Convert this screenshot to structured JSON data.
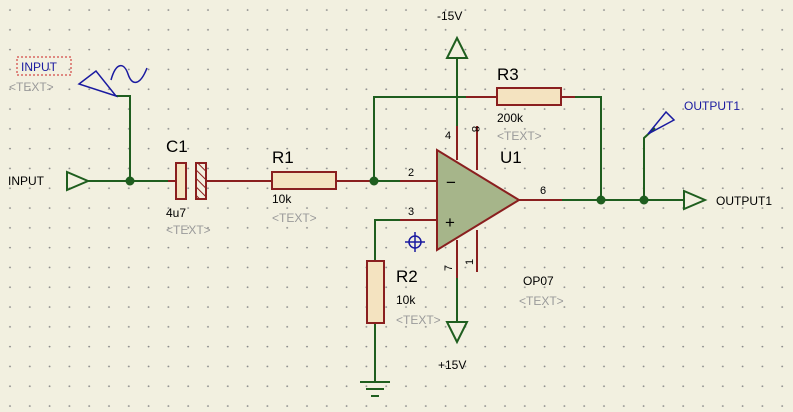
{
  "supply": {
    "neg_label": "-15V",
    "pos_label": "+15V"
  },
  "input_terminal": {
    "label": "INPUT"
  },
  "input_generator": {
    "label": "INPUT",
    "text_placeholder": "<TEXT>"
  },
  "output_terminal": {
    "label": "OUTPUT1"
  },
  "output_probe": {
    "label": "OUTPUT1"
  },
  "c1": {
    "ref": "C1",
    "value": "4u7",
    "text_placeholder": "<TEXT>"
  },
  "r1": {
    "ref": "R1",
    "value": "10k",
    "text_placeholder": "<TEXT>"
  },
  "r2": {
    "ref": "R2",
    "value": "10k",
    "text_placeholder": "<TEXT>"
  },
  "r3": {
    "ref": "R3",
    "value": "200k",
    "text_placeholder": "<TEXT>"
  },
  "u1": {
    "ref": "U1",
    "part": "OP07",
    "text_placeholder": "<TEXT>",
    "pins": {
      "p2": "2",
      "p3": "3",
      "p4": "4",
      "p6": "6",
      "p7": "7",
      "p8": "8",
      "p1": "1"
    },
    "minus_sign": "−",
    "plus_sign": "+"
  },
  "colors": {
    "wire": "#1f5e1f",
    "component": "#8a1f1f",
    "component_fill": "#f4e3c0",
    "opamp_fill": "#a6b58a",
    "background": "#f2f0e0",
    "grid_dot": "#8a8a8a",
    "probe_blue": "#1a1aa0"
  }
}
